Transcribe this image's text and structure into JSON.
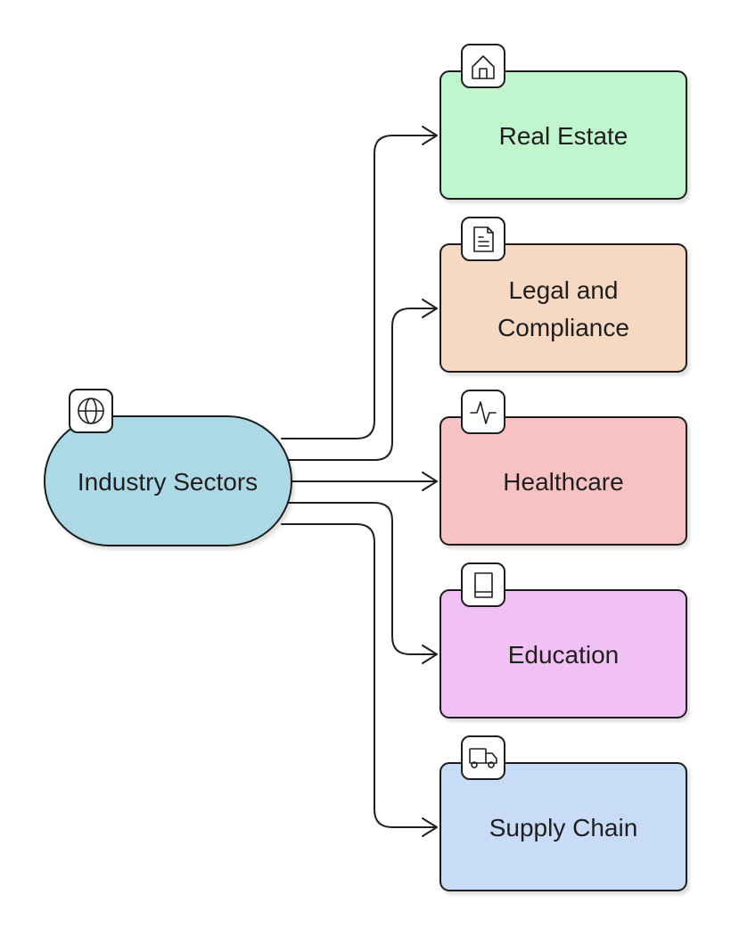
{
  "root": {
    "label": "Industry Sectors",
    "icon": "globe-icon",
    "color": "#add8e6"
  },
  "sectors": [
    {
      "label": "Real Estate",
      "icon": "home-icon",
      "color": "#c0f5ce"
    },
    {
      "label": "Legal and\nCompliance",
      "icon": "document-icon",
      "color": "#f7d8c2"
    },
    {
      "label": "Healthcare",
      "icon": "pulse-icon",
      "color": "#f8c2c2"
    },
    {
      "label": "Education",
      "icon": "book-icon",
      "color": "#f1c1f5"
    },
    {
      "label": "Supply Chain",
      "icon": "truck-icon",
      "color": "#c8dcf8"
    }
  ]
}
